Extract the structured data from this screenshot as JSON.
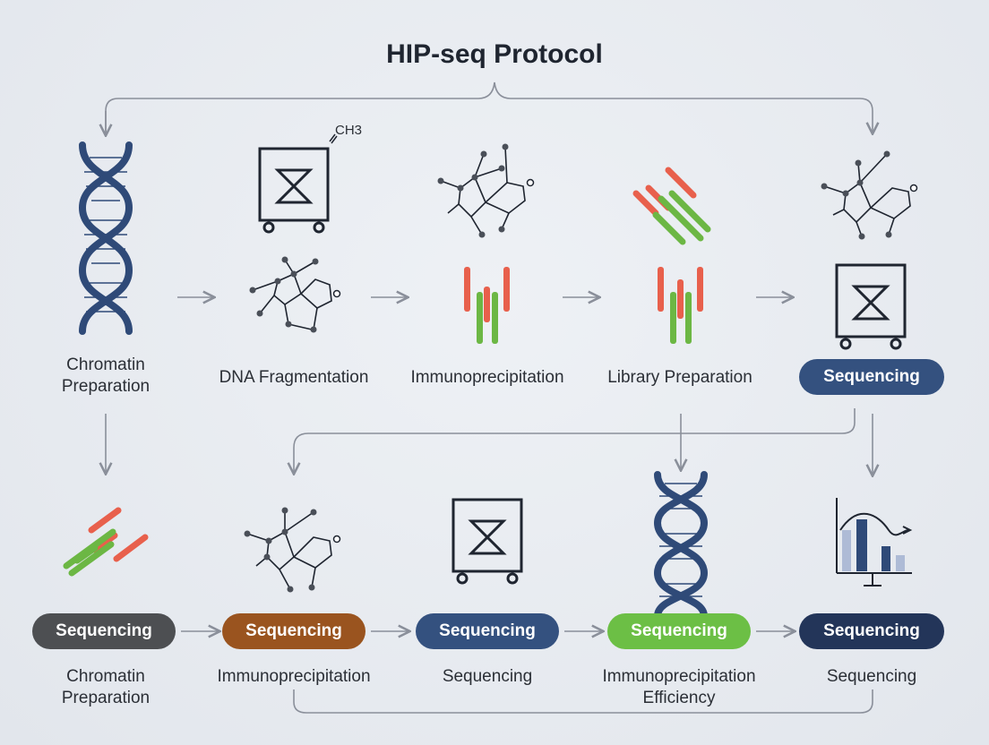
{
  "title": "HIP-seq Protocol",
  "top_row": {
    "labels": [
      "Chromatin\nPreparation",
      "DNA Fragmentation",
      "Immunoprecipitation",
      "Library Preparation"
    ],
    "pill": "Sequencing"
  },
  "bottom_row": {
    "pills": [
      "Sequencing",
      "Sequencing",
      "Sequencing",
      "Sequencing",
      "Sequencing"
    ],
    "labels": [
      "Chromatin\nPreparation",
      "Immunoprecipitation",
      "Sequencing",
      "Immunoprecipitation\nEfficiency",
      "Sequencing"
    ]
  },
  "molecule_label": "CH3",
  "colors": {
    "dna": "#2f4a78",
    "red": "#e8604c",
    "green": "#6cb744",
    "pill_gray": "#4d4f52",
    "pill_brown": "#9a541f",
    "pill_blue": "#34517f",
    "pill_green": "#6cbf45",
    "pill_navy": "#233559",
    "arrow": "#8a8f9a"
  },
  "icons": [
    "dna-helix-icon",
    "sequencer-icon",
    "molecule-icon",
    "antibody-icon",
    "dna-fragments-icon",
    "bar-chart-icon"
  ]
}
